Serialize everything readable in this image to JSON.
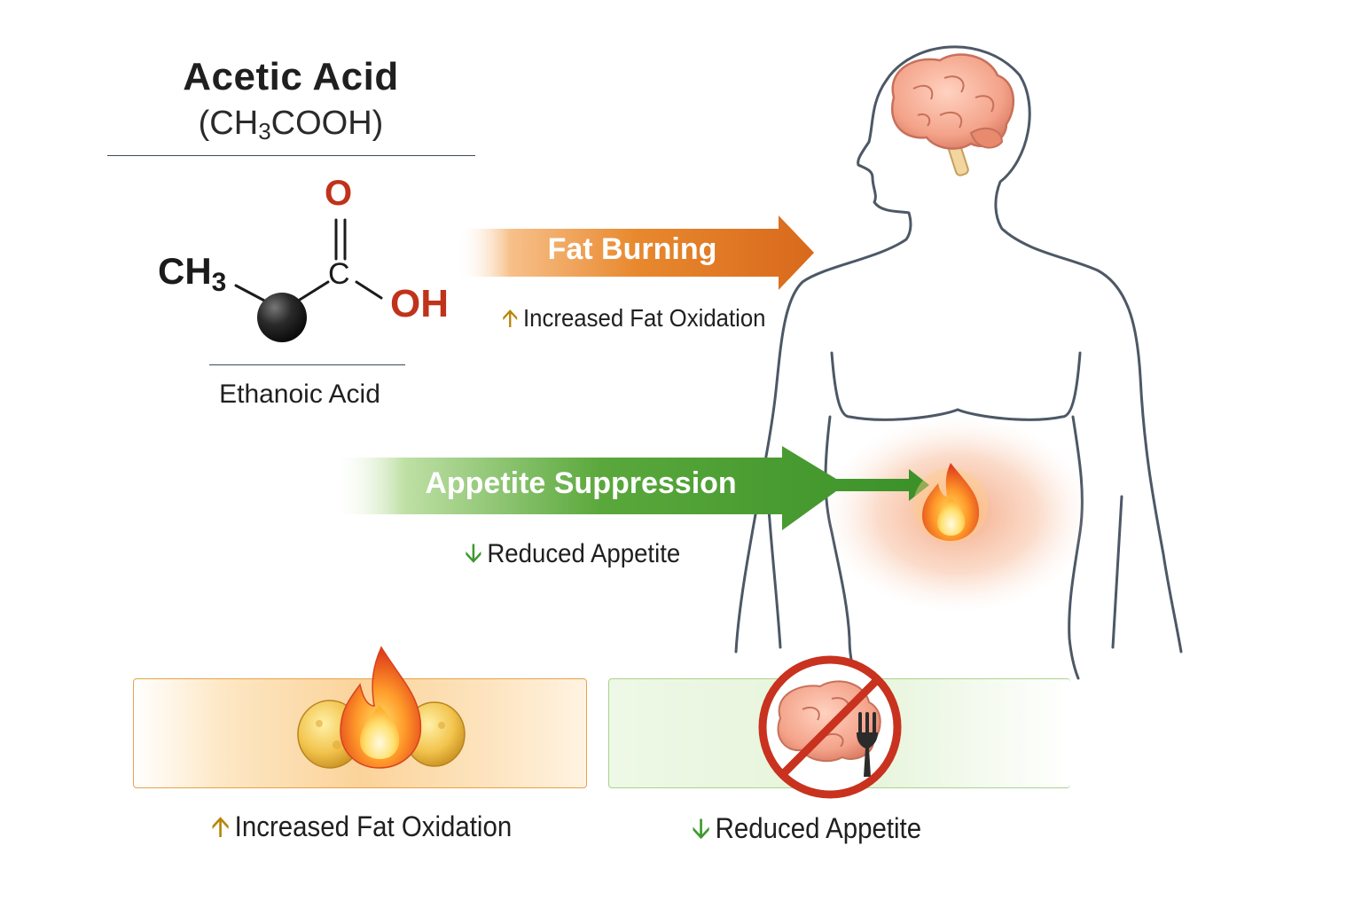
{
  "molecule": {
    "title": "Acetic Acid",
    "formula_prefix": "(CH",
    "formula_sub": "3",
    "formula_suffix": "COOH)",
    "methyl_label": "CH",
    "methyl_sub": "3",
    "carbon_label": "C",
    "oxygen_label": "O",
    "hydroxyl_label": "OH",
    "caption": "Ethanoic Acid"
  },
  "arrows": {
    "fat_burning": {
      "label": "Fat Burning",
      "effect": "Increased Fat Oxidation",
      "color": "#e07a26"
    },
    "appetite": {
      "label": "Appetite Suppression",
      "effect": "Reduced Appetite",
      "color": "#3f9a2e"
    }
  },
  "panels": {
    "fat": {
      "caption": "Increased Fat Oxidation",
      "icon": "fat-burning-icon"
    },
    "appetite": {
      "caption": "Reduced Appetite",
      "icon": "no-appetite-icon"
    }
  },
  "colors": {
    "oxygen": "#c0321a",
    "up_arrow": "#b8860b",
    "down_arrow": "#3d9a2e",
    "body_outline": "#4d5866"
  }
}
